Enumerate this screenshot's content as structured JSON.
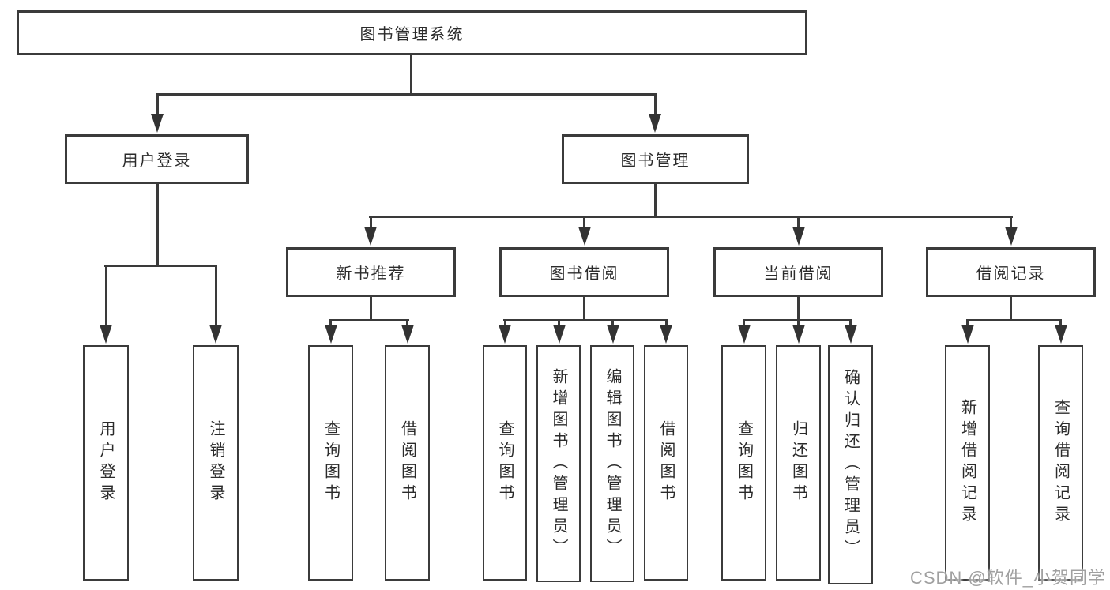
{
  "diagram": {
    "type": "tree",
    "title": "图书管理系统"
  },
  "tree": {
    "root": {
      "label": "图书管理系统"
    },
    "branches": [
      {
        "label": "用户登录",
        "children": [
          {
            "label": "用户登录"
          },
          {
            "label": "注销登录"
          }
        ]
      },
      {
        "label": "图书管理",
        "children": [
          {
            "label": "新书推荐",
            "children": [
              {
                "label": "查询图书"
              },
              {
                "label": "借阅图书"
              }
            ]
          },
          {
            "label": "图书借阅",
            "children": [
              {
                "label": "查询图书"
              },
              {
                "label": "新增图书（管理员）"
              },
              {
                "label": "编辑图书（管理员）"
              },
              {
                "label": "借阅图书"
              }
            ]
          },
          {
            "label": "当前借阅",
            "children": [
              {
                "label": "查询图书"
              },
              {
                "label": "归还图书"
              },
              {
                "label": "确认归还（管理员）"
              }
            ]
          },
          {
            "label": "借阅记录",
            "children": [
              {
                "label": "新增借阅记录"
              },
              {
                "label": "查询借阅记录"
              }
            ]
          }
        ]
      }
    ]
  },
  "watermark": {
    "text": "CSDN @软件_小贺同学"
  },
  "colors": {
    "line": "#3a3a3a",
    "box_border": "#3b3b3b",
    "text": "#2b2b2b",
    "watermark": "#a0a0a0",
    "background": "#ffffff"
  }
}
